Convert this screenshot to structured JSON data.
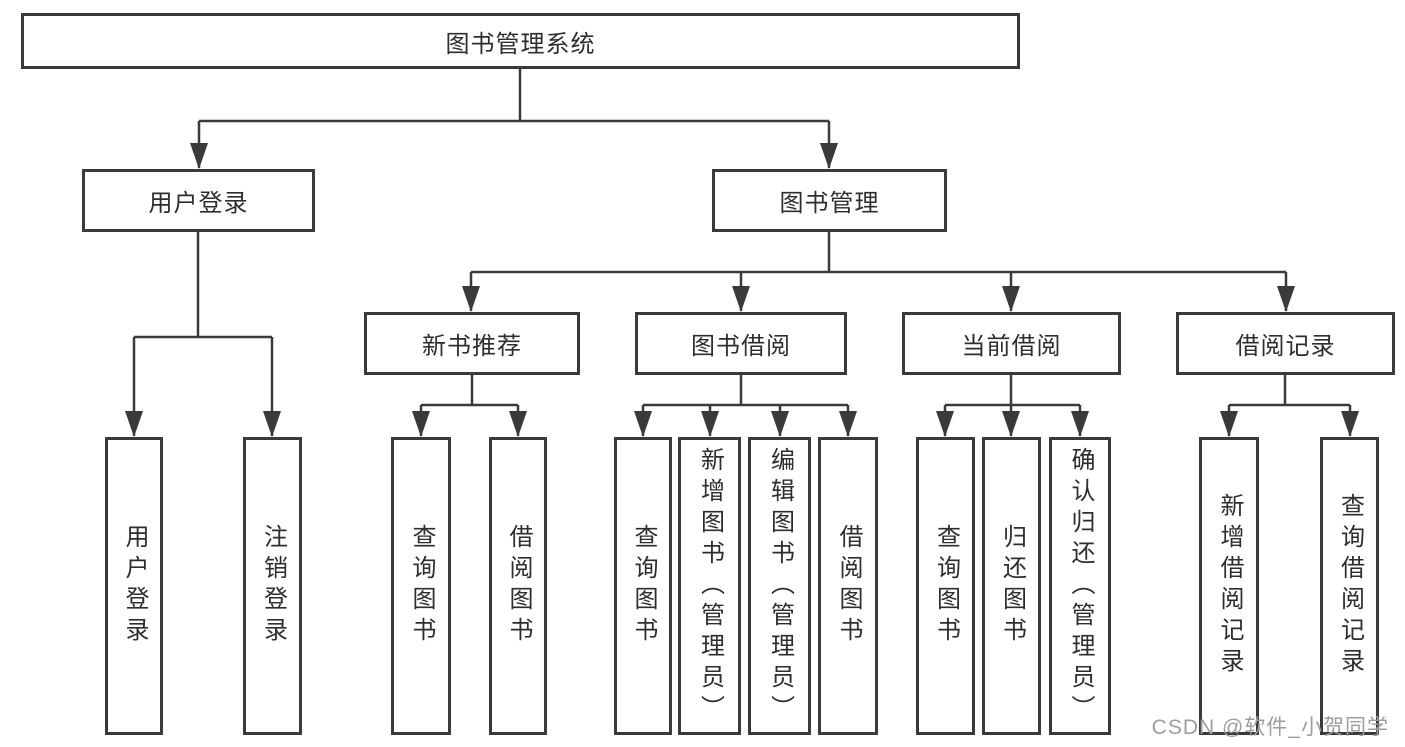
{
  "diagram": {
    "title": "图书管理系统",
    "tree": {
      "root": {
        "label": "图书管理系统"
      },
      "branches": [
        {
          "label": "用户登录",
          "children": [
            {
              "label": "用户登录"
            },
            {
              "label": "注销登录"
            }
          ]
        },
        {
          "label": "图书管理",
          "sections": [
            {
              "label": "新书推荐",
              "children": [
                {
                  "label": "查询图书"
                },
                {
                  "label": "借阅图书"
                }
              ]
            },
            {
              "label": "图书借阅",
              "children": [
                {
                  "label": "查询图书"
                },
                {
                  "label": "新增图书（管理员）"
                },
                {
                  "label": "编辑图书（管理员）"
                },
                {
                  "label": "借阅图书"
                }
              ]
            },
            {
              "label": "当前借阅",
              "children": [
                {
                  "label": "查询图书"
                },
                {
                  "label": "归还图书"
                },
                {
                  "label": "确认归还（管理员）"
                }
              ]
            },
            {
              "label": "借阅记录",
              "children": [
                {
                  "label": "新增借阅记录"
                },
                {
                  "label": "查询借阅记录"
                }
              ]
            }
          ]
        }
      ]
    },
    "colors": {
      "line": "#3a3a3a",
      "border": "#3a3a3a",
      "text": "#2e2e2e",
      "background": "#ffffff",
      "watermark": "#9d9d9d"
    }
  },
  "watermark": {
    "text": "CSDN @软件_小贺同学"
  }
}
